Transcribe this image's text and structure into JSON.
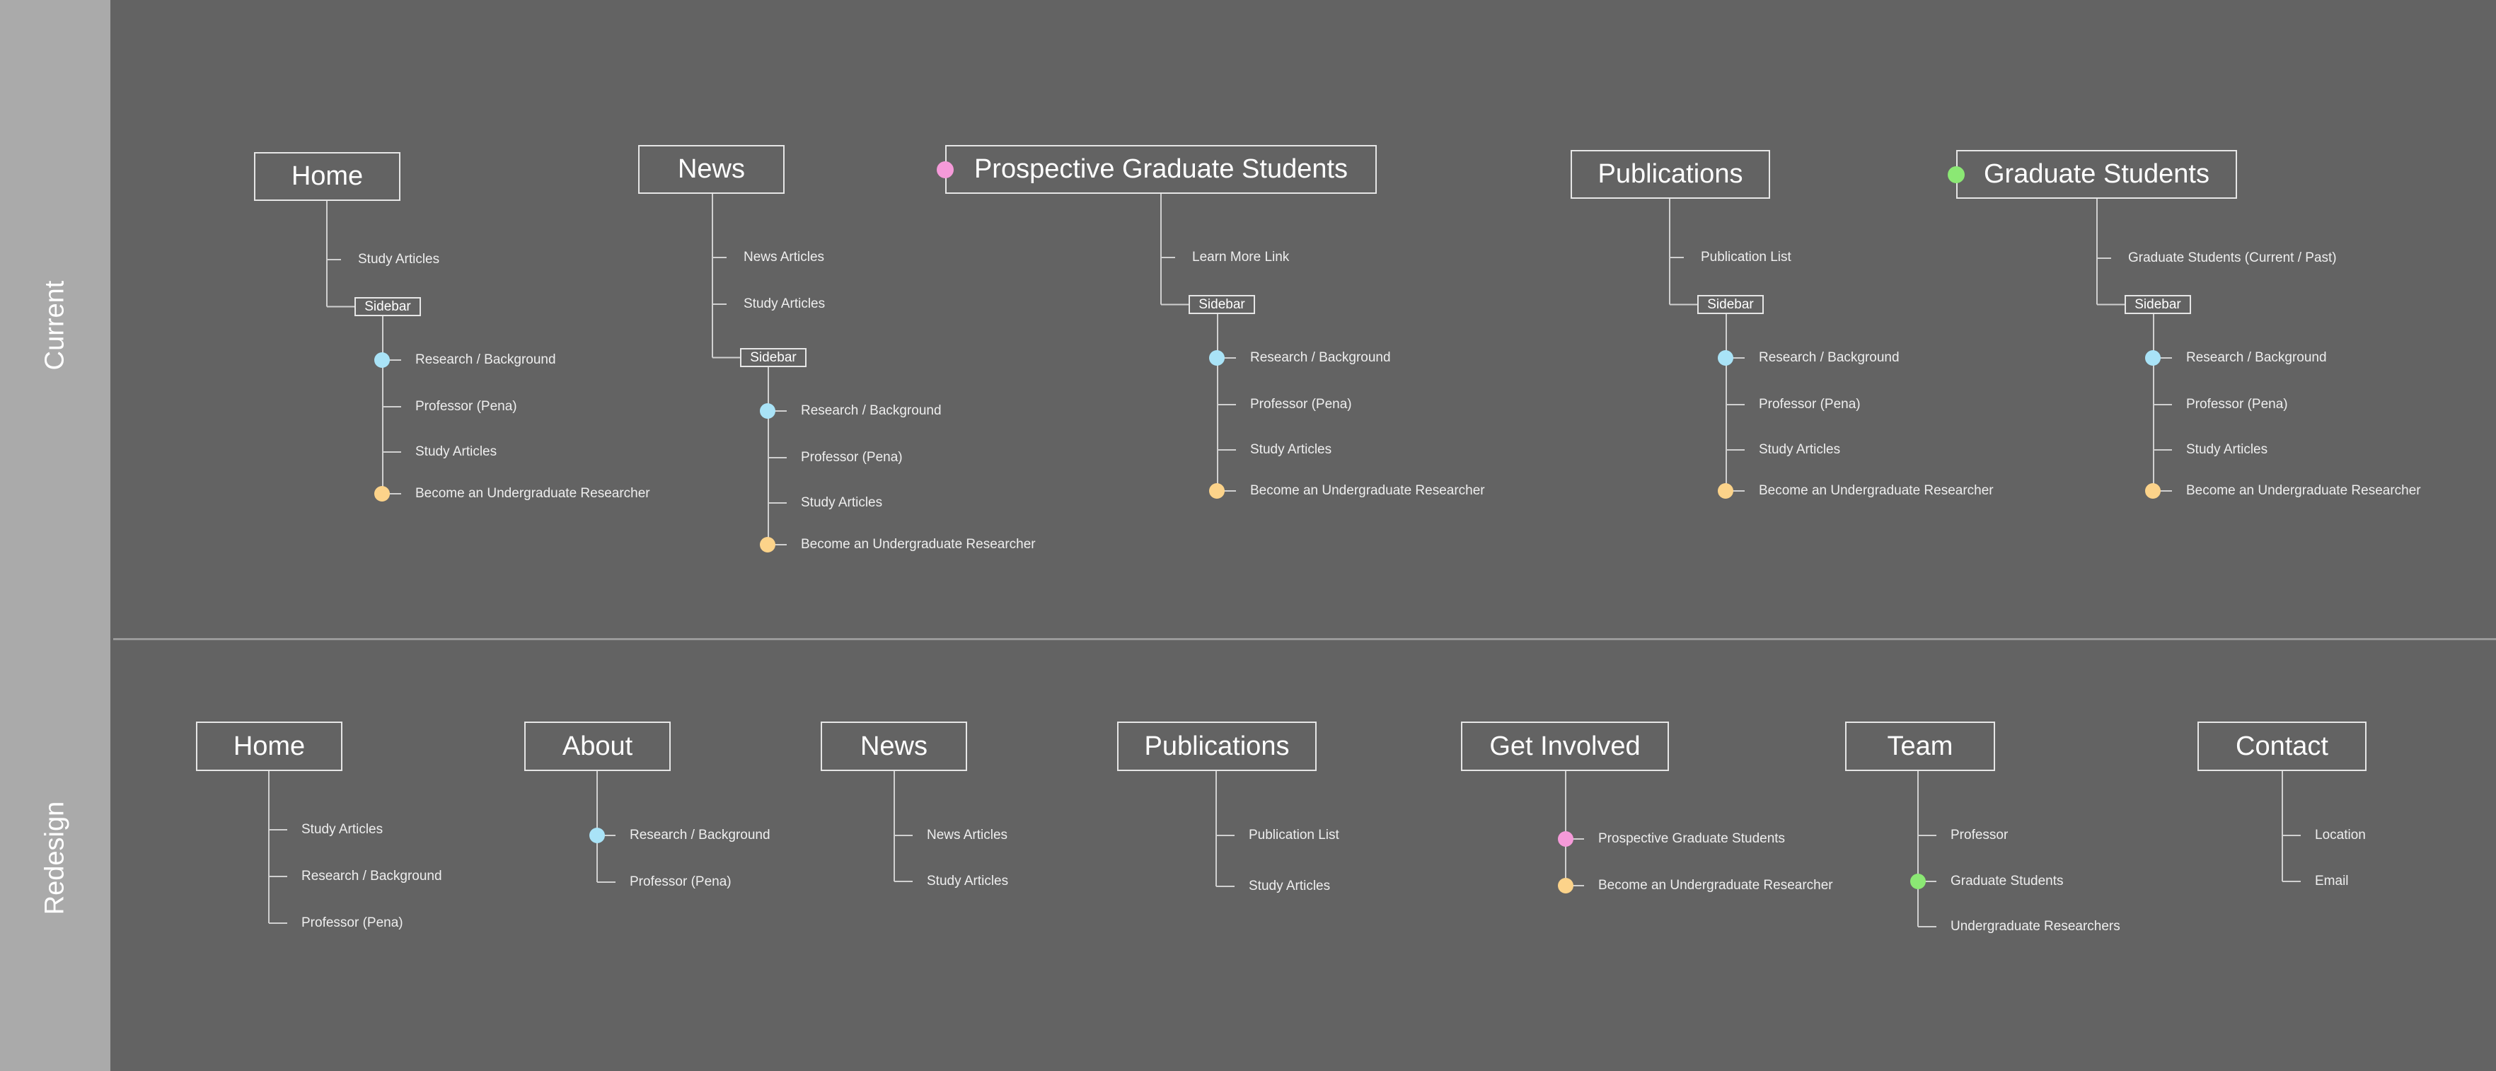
{
  "colors": {
    "background": "#636363",
    "sidebar_strip": "#aaaaaa",
    "line": "#d0d0d0",
    "dot_blue": "#a9e3f7",
    "dot_orange": "#fcd38a",
    "dot_pink": "#f59ad9",
    "dot_green": "#8be874"
  },
  "rows": {
    "current_label": "Current",
    "redesign_label": "Redesign"
  },
  "current": [
    {
      "title": "Home",
      "items": [
        "Study Articles"
      ],
      "sidebar": {
        "label": "Sidebar",
        "items": [
          {
            "text": "Research / Background",
            "dot": "blue"
          },
          {
            "text": "Professor (Pena)"
          },
          {
            "text": "Study Articles"
          },
          {
            "text": "Become an Undergraduate Researcher",
            "dot": "orange"
          }
        ]
      }
    },
    {
      "title": "News",
      "items": [
        "News Articles",
        "Study Articles"
      ],
      "sidebar": {
        "label": "Sidebar",
        "items": [
          {
            "text": "Research / Background",
            "dot": "blue"
          },
          {
            "text": "Professor (Pena)"
          },
          {
            "text": "Study Articles"
          },
          {
            "text": "Become an Undergraduate Researcher",
            "dot": "orange"
          }
        ]
      }
    },
    {
      "title": "Prospective Graduate Students",
      "title_dot": "pink",
      "items": [
        "Learn More Link"
      ],
      "sidebar": {
        "label": "Sidebar",
        "items": [
          {
            "text": "Research / Background",
            "dot": "blue"
          },
          {
            "text": "Professor (Pena)"
          },
          {
            "text": "Study Articles"
          },
          {
            "text": "Become an Undergraduate Researcher",
            "dot": "orange"
          }
        ]
      }
    },
    {
      "title": "Publications",
      "items": [
        "Publication List"
      ],
      "sidebar": {
        "label": "Sidebar",
        "items": [
          {
            "text": "Research / Background",
            "dot": "blue"
          },
          {
            "text": "Professor (Pena)"
          },
          {
            "text": "Study Articles"
          },
          {
            "text": "Become an Undergraduate Researcher",
            "dot": "orange"
          }
        ]
      }
    },
    {
      "title": "Graduate Students",
      "title_dot": "green",
      "items": [
        "Graduate Students (Current / Past)"
      ],
      "sidebar": {
        "label": "Sidebar",
        "items": [
          {
            "text": "Research / Background",
            "dot": "blue"
          },
          {
            "text": "Professor (Pena)"
          },
          {
            "text": "Study Articles"
          },
          {
            "text": "Become an Undergraduate Researcher",
            "dot": "orange"
          }
        ]
      }
    }
  ],
  "redesign": [
    {
      "title": "Home",
      "items": [
        {
          "text": "Study Articles"
        },
        {
          "text": "Research / Background"
        },
        {
          "text": "Professor (Pena)"
        }
      ]
    },
    {
      "title": "About",
      "items": [
        {
          "text": "Research / Background",
          "dot": "blue"
        },
        {
          "text": "Professor (Pena)"
        }
      ]
    },
    {
      "title": "News",
      "items": [
        {
          "text": "News Articles"
        },
        {
          "text": "Study Articles"
        }
      ]
    },
    {
      "title": "Publications",
      "items": [
        {
          "text": "Publication List"
        },
        {
          "text": "Study Articles"
        }
      ]
    },
    {
      "title": "Get Involved",
      "items": [
        {
          "text": "Prospective Graduate Students",
          "dot": "pink"
        },
        {
          "text": "Become an Undergraduate Researcher",
          "dot": "orange"
        }
      ]
    },
    {
      "title": "Team",
      "items": [
        {
          "text": "Professor"
        },
        {
          "text": "Graduate Students",
          "dot": "green"
        },
        {
          "text": "Undergraduate Researchers"
        }
      ]
    },
    {
      "title": "Contact",
      "items": [
        {
          "text": "Location"
        },
        {
          "text": "Email"
        }
      ]
    }
  ]
}
